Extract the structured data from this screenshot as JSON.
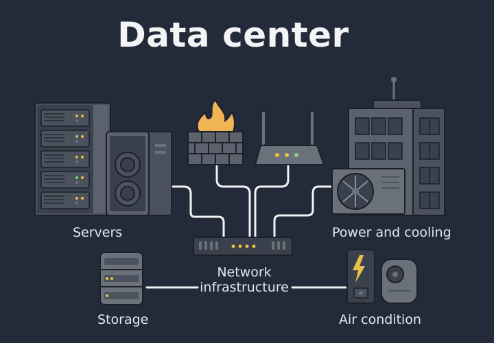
{
  "title": "Data center",
  "labels": {
    "servers": "Servers",
    "power_cooling": "Power and cooling",
    "network_line1": "Network",
    "network_line2": "infrastructure",
    "storage": "Storage",
    "air_condition": "Air condition"
  },
  "colors": {
    "background": "#232b3a",
    "device_dark": "#3a414c",
    "device_mid": "#4b525d",
    "device_light": "#6b717b",
    "outline": "#1b2029",
    "line": "#f2f2f2",
    "led_yellow": "#e8c14a",
    "led_green": "#7fd17f",
    "flame": "#f0b356"
  }
}
